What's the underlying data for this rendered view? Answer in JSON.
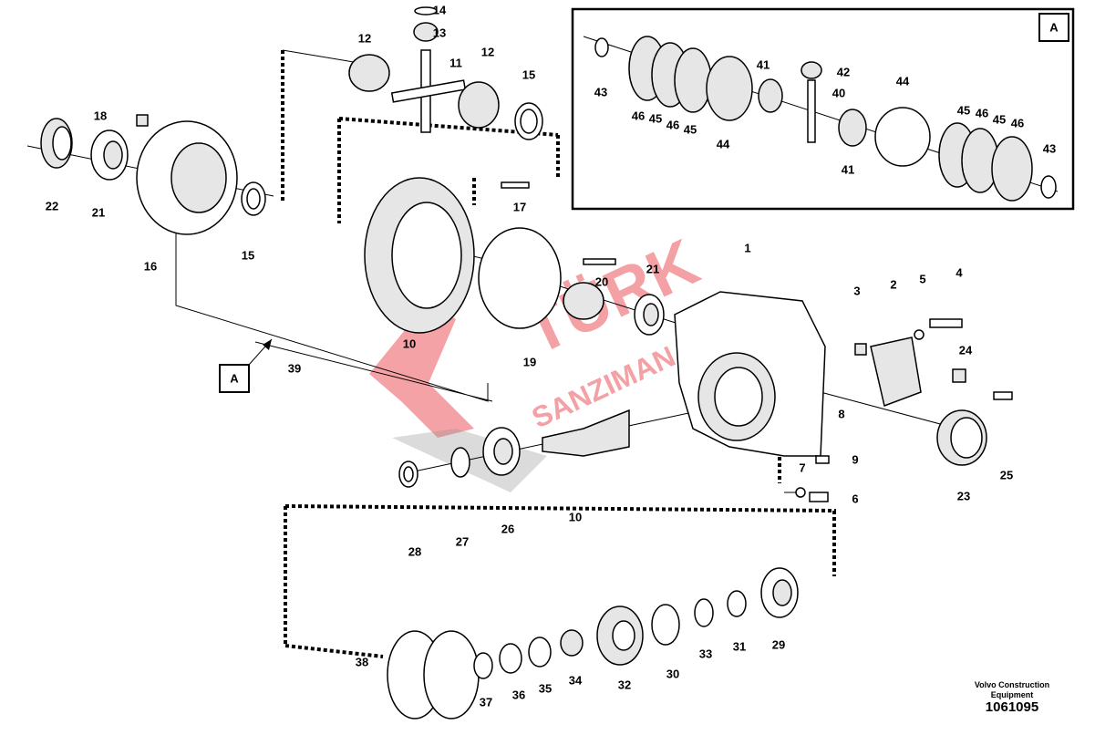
{
  "diagram": {
    "detail_marker": "A",
    "inset_marker": "A",
    "main_labels": [
      "14",
      "13",
      "12",
      "11",
      "12",
      "15",
      "18",
      "22",
      "21",
      "16",
      "15",
      "17",
      "10",
      "20",
      "21",
      "19",
      "1",
      "3",
      "2",
      "5",
      "4",
      "24",
      "39",
      "8",
      "9",
      "7",
      "6",
      "25",
      "23",
      "28",
      "27",
      "26",
      "10",
      "38",
      "37",
      "36",
      "35",
      "34",
      "32",
      "30",
      "33",
      "31",
      "29"
    ],
    "inset_labels": [
      "43",
      "46",
      "45",
      "46",
      "45",
      "44",
      "41",
      "42",
      "40",
      "44",
      "41",
      "45",
      "46",
      "45",
      "46",
      "43"
    ],
    "credit_line1": "Volvo Construction",
    "credit_line2": "Equipment",
    "part_number": "1061095",
    "watermark_logo": "TÜRK SANZIMAN",
    "watermark_color": "#e8303a"
  }
}
